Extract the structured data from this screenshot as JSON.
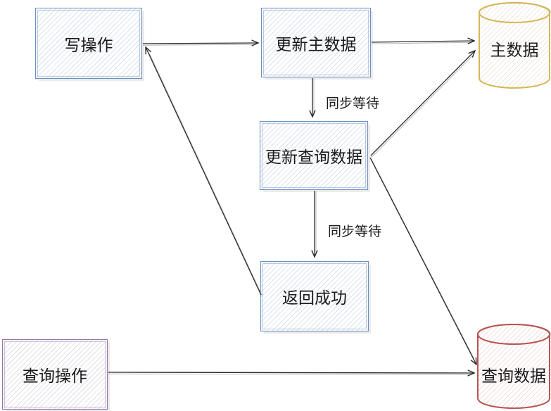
{
  "diagram": {
    "title": "CQRS write/query data synchronization flow",
    "colors": {
      "process_border": "#6c8ebf",
      "query_op_border": "#9673a6",
      "master_db_border": "#d6b656",
      "query_db_border": "#b85450",
      "edge": "#2b2b2b",
      "text": "#1a1a1a",
      "background": "#ffffff"
    },
    "nodes": [
      {
        "id": "write-operation",
        "label": "写操作",
        "shape": "rectangle",
        "border_color": "#6c8ebf"
      },
      {
        "id": "update-master",
        "label": "更新主数据",
        "shape": "rectangle",
        "border_color": "#6c8ebf"
      },
      {
        "id": "master-db",
        "label": "主数据",
        "shape": "cylinder",
        "border_color": "#d6b656"
      },
      {
        "id": "update-query",
        "label": "更新查询数据",
        "shape": "rectangle",
        "border_color": "#6c8ebf"
      },
      {
        "id": "return-success",
        "label": "返回成功",
        "shape": "rectangle",
        "border_color": "#6c8ebf"
      },
      {
        "id": "query-operation",
        "label": "查询操作",
        "shape": "rectangle",
        "border_color": "#9673a6"
      },
      {
        "id": "query-db",
        "label": "查询数据",
        "shape": "cylinder",
        "border_color": "#b85450"
      }
    ],
    "edges": [
      {
        "from": "write-operation",
        "to": "update-master",
        "label": ""
      },
      {
        "from": "update-master",
        "to": "master-db",
        "label": ""
      },
      {
        "from": "update-master",
        "to": "update-query",
        "label": "同步等待"
      },
      {
        "from": "update-query",
        "to": "master-db",
        "label": ""
      },
      {
        "from": "update-query",
        "to": "return-success",
        "label": "同步等待"
      },
      {
        "from": "update-query",
        "to": "query-db",
        "label": ""
      },
      {
        "from": "return-success",
        "to": "write-operation",
        "label": ""
      },
      {
        "from": "query-operation",
        "to": "query-db",
        "label": ""
      }
    ]
  }
}
